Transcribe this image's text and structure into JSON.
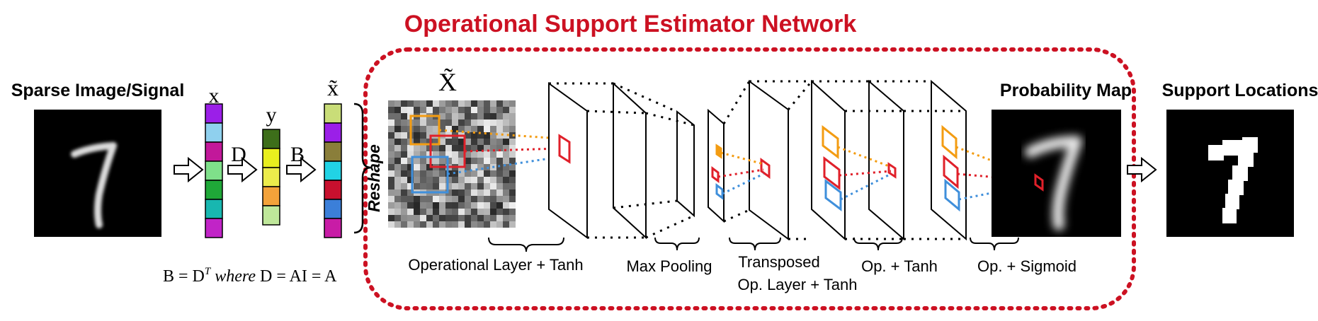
{
  "title": "Operational Support Estimator Network",
  "colors": {
    "title": "#cc1122",
    "dotted_border": "#cc1122",
    "orange": "#f39c12",
    "red": "#e0202a",
    "blue": "#3f8fdb",
    "vectors": {
      "x": [
        "#9b1fe8",
        "#8fd0ee",
        "#c2189a",
        "#7fe08a",
        "#1fa838",
        "#18b7b0",
        "#c124c7"
      ],
      "y": [
        "#3d6e1a",
        "#e8ef1e",
        "#ecec4b",
        "#f3a23a",
        "#bfe79a"
      ],
      "x_tilde": [
        "#c9dd78",
        "#9b1fe8",
        "#8a7e3a",
        "#21d3e5",
        "#c8102e",
        "#3b7fd9",
        "#c81ca6"
      ]
    }
  },
  "labels": {
    "sparse_image": "Sparse Image/Signal",
    "x": "x",
    "D": "D",
    "y": "y",
    "B": "B",
    "x_tilde": "x̃",
    "x_tilde_big": "X̃",
    "reshape": "Reshape",
    "probability_map": "Probability Map",
    "support_locations": "Support Locations"
  },
  "formula": {
    "b": "B = D",
    "t": "T",
    "where": "where",
    "rest": "D = AI = A"
  },
  "layer_labels": {
    "op_tanh": "Operational Layer + Tanh",
    "max_pool": "Max Pooling",
    "transposed_1": "Transposed",
    "transposed_2": "Op. Layer + Tanh",
    "op_tanh2": "Op. + Tanh",
    "op_sigmoid": "Op. + Sigmoid"
  },
  "icons": [
    "hollow-arrow-icon",
    "brace-icon",
    "dotted-connector-icon"
  ]
}
